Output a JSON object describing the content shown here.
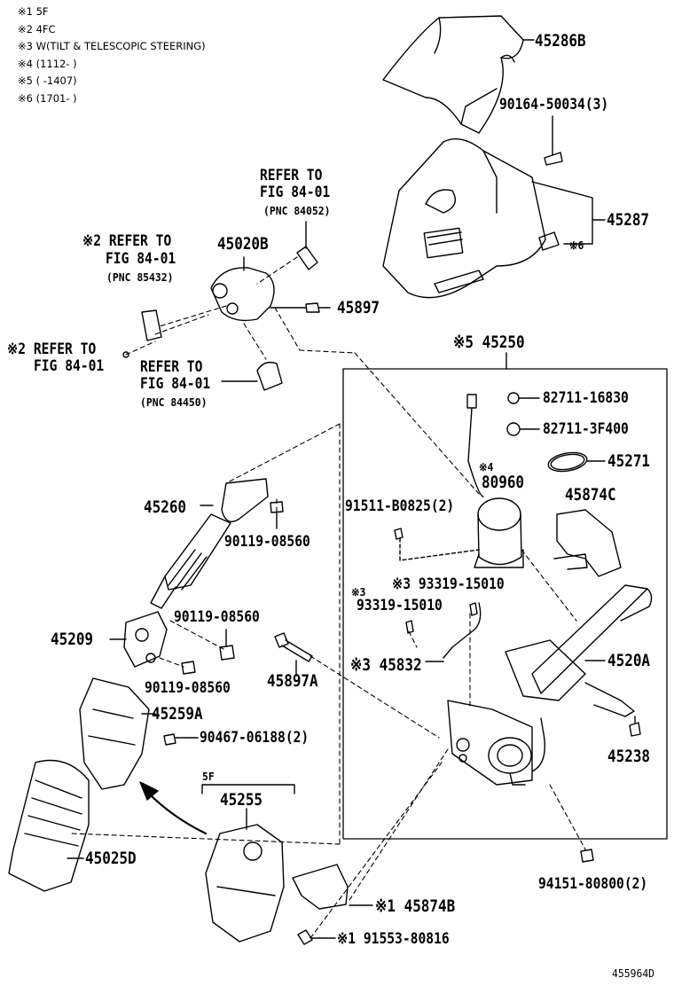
{
  "legend": [
    "※1 5F",
    "※2 4FC",
    "※3 W(TILT & TELESCOPIC STEERING)",
    "※4 (1112-      )",
    "※5 (      -1407)",
    "※6 (1701-      )"
  ],
  "refs": {
    "r1": {
      "line1": "REFER TO",
      "line2": "FIG 84-01",
      "line3": "(PNC 84052)"
    },
    "r2": {
      "line1": "※2 REFER TO",
      "line2": "FIG 84-01",
      "line3": "(PNC 85432)"
    },
    "r3": {
      "line1": "※2 REFER TO",
      "line2": "FIG 84-01"
    },
    "r4": {
      "line1": "REFER TO",
      "line2": "FIG 84-01",
      "line3": "(PNC 84450)"
    }
  },
  "parts": {
    "p45286B": "45286B",
    "p90164": "90164-50034(3)",
    "p45287": "45287",
    "p45287_note": "※6",
    "p45020B": "45020B",
    "p45897": "45897",
    "p45250": "※5 45250",
    "p82711a": "82711-16830",
    "p82711b": "82711-3F400",
    "p45271": "45271",
    "p80960_note": "※4",
    "p80960": "80960",
    "p91511": "91511-B0825(2)",
    "p45874C": "45874C",
    "p93319a": "※3 93319-15010",
    "p93319b_note": "※3",
    "p93319b": "93319-15010",
    "p45260": "45260",
    "p90119a": "90119-08560",
    "p90119b": "90119-08560",
    "p90119c": "90119-08560",
    "p45209": "45209",
    "p45832": "※3 45832",
    "p4520A": "4520A",
    "p45897A": "45897A",
    "p45259A": "45259A",
    "p90467": "90467-06188(2)",
    "p45238": "45238",
    "p5F": "5F",
    "p45255": "45255",
    "p45025D": "45025D",
    "p94151": "94151-80800(2)",
    "p45874B": "※1 45874B",
    "p91553": "※1 91553-80816"
  },
  "figure_id": "455964D"
}
